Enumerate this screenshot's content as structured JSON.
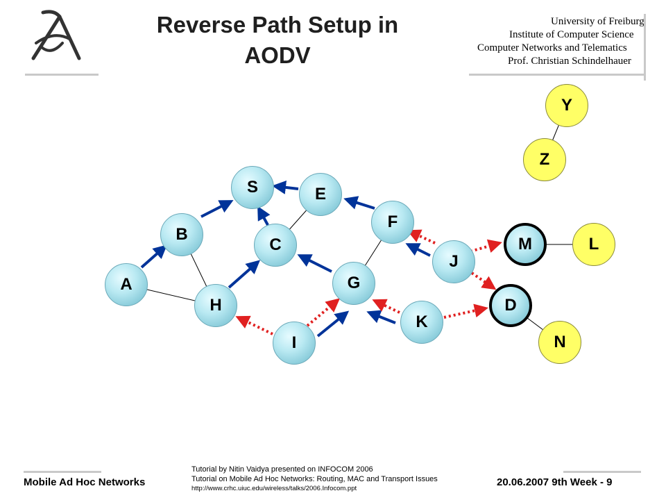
{
  "slide": {
    "title_line1": "Reverse Path Setup in",
    "title_line2": "AODV",
    "institution": {
      "line1": "University of Freiburg",
      "line2": "Institute of Computer Science",
      "line3": "Computer Networks and Telematics",
      "line4": "Prof. Christian Schindelhauer"
    }
  },
  "diagram": {
    "nodes": {
      "S": "S",
      "E": "E",
      "F": "F",
      "B": "B",
      "C": "C",
      "M": "M",
      "L": "L",
      "J": "J",
      "A": "A",
      "G": "G",
      "H": "H",
      "D": "D",
      "K": "K",
      "I": "I",
      "N": "N",
      "Y": "Y",
      "Z": "Z"
    },
    "colors": {
      "node_fill": "#a8dde8",
      "highlight_node": "#ffff66",
      "reverse_path_arrow": "#003399",
      "broadcast_arrow": "#e02020",
      "link": "#000000"
    }
  },
  "footer": {
    "left": "Mobile Ad Hoc Networks",
    "right": "20.06.2007  9th Week - 9",
    "credit1": "Tutorial by Nitin Vaidya presented on INFOCOM  2006",
    "credit2": "Tutorial on Mobile Ad Hoc Networks: Routing, MAC and Transport Issues",
    "credit3": "http://www.crhc.uiuc.edu/wireless/talks/2006.Infocom.ppt"
  }
}
